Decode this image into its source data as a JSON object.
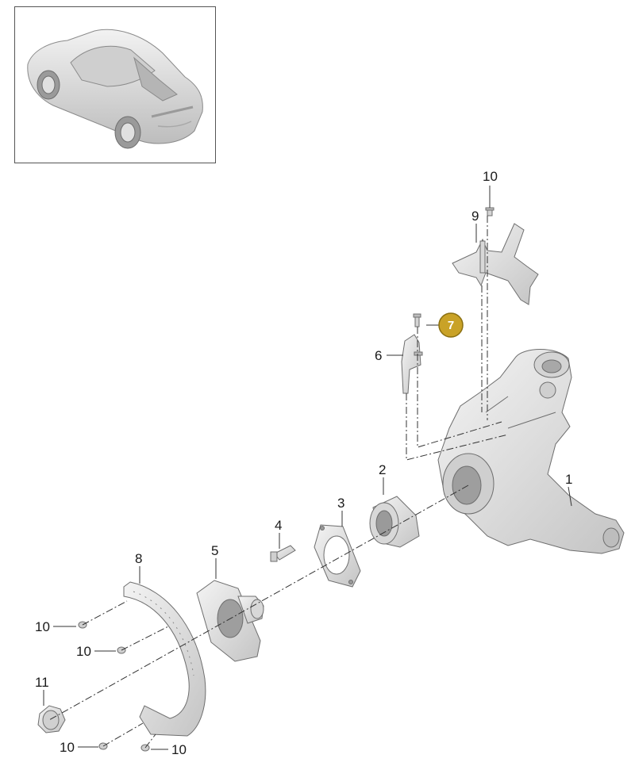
{
  "callouts": {
    "p1": "1",
    "p2": "2",
    "p3": "3",
    "p4": "4",
    "p5": "5",
    "p6": "6",
    "p7": "7",
    "p8": "8",
    "p9": "9",
    "p10_top": "10",
    "p10_a": "10",
    "p10_b": "10",
    "p10_c": "10",
    "p10_d": "10",
    "p11": "11"
  },
  "highlight": {
    "part": "7",
    "color": "#c9a227"
  },
  "colors": {
    "part_fill": "#e6e6e6",
    "part_shade": "#c9c9c9",
    "line": "#333333"
  }
}
